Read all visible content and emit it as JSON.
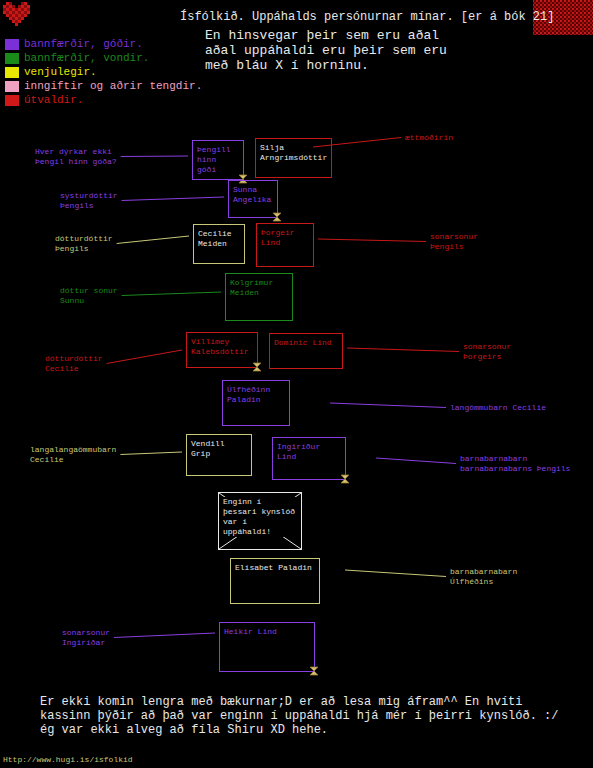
{
  "diagram": {
    "title": "Ísfólkið. Uppáhalds persónurnar mínar. [er á bók 21]",
    "nodes": [
      {
        "text": [
          "Þengill hinn góði"
        ]
      },
      {
        "text": [
          "Silja Arngrímsdóttir"
        ]
      },
      {
        "text": [
          "Sunna Angelíka"
        ]
      },
      {
        "text": [
          "Cecilie Meiden"
        ]
      },
      {
        "text": [
          "Þorgeir Lind"
        ]
      },
      {
        "text": [
          "Kolgrímur Meiden"
        ]
      },
      {
        "text": [
          "Villimey Kalebsdóttir"
        ]
      },
      {
        "text": [
          "Dominic Lind"
        ]
      },
      {
        "text": [
          "Úlfhéðinn Paladin"
        ]
      },
      {
        "text": [
          "Vendill Grip"
        ]
      },
      {
        "text": [
          "Ingiríður Lind"
        ]
      },
      {
        "text": [
          "Enginn í þessari kynslóð var í uppáhaldi!"
        ]
      },
      {
        "text": [
          "Elísabet Paladin"
        ]
      },
      {
        "text": [
          "Heikir Lind"
        ]
      }
    ],
    "labels": [
      "En hinsvegar þeir sem eru aðal aðal uppáhaldi eru þeir sem eru með bláu X í horninu.",
      "Hver dýrkar ekki Þengil hinn góða?",
      "ættmóðirin",
      "systurdóttir Þengils",
      "dótturdóttir Þengils",
      "sonarsonur Þengils",
      "dóttur sonur Sunnu",
      "dótturdóttir Cecilie",
      "sonarsonur Þorgeirs",
      "langömmubarn Cecilie",
      "langalangaömmubarn Cecilie",
      "barnabarnabarn barnabarnabarns Þengils",
      "barnabarnabarn Úlfhéðins",
      "sonarsonur Ingiríðar",
      "Er ekki komin lengra með bækurnar;D er að lesa mig áfram^^ En hvíti kassinn þýðir að það var enginn í uppáhaldi hjá mér í þeirri kynslóð. :/ ég var ekki alveg að fíla Shiru XD hehe.",
      "Http://www.hugi.is/isfolkid"
    ],
    "legend": [
      {
        "text": "bannfærðir, góðir.",
        "color": "#7b2fd6"
      },
      {
        "text": "bannfærðir, vondir.",
        "color": "#1a8a1a"
      },
      {
        "text": "venjulegir.",
        "color": "#e8e800"
      },
      {
        "text": "inngiftir og aðrir tengdir.",
        "color": "#f0a0c0"
      },
      {
        "text": "útvaldir.",
        "color": "#d01818"
      }
    ]
  }
}
